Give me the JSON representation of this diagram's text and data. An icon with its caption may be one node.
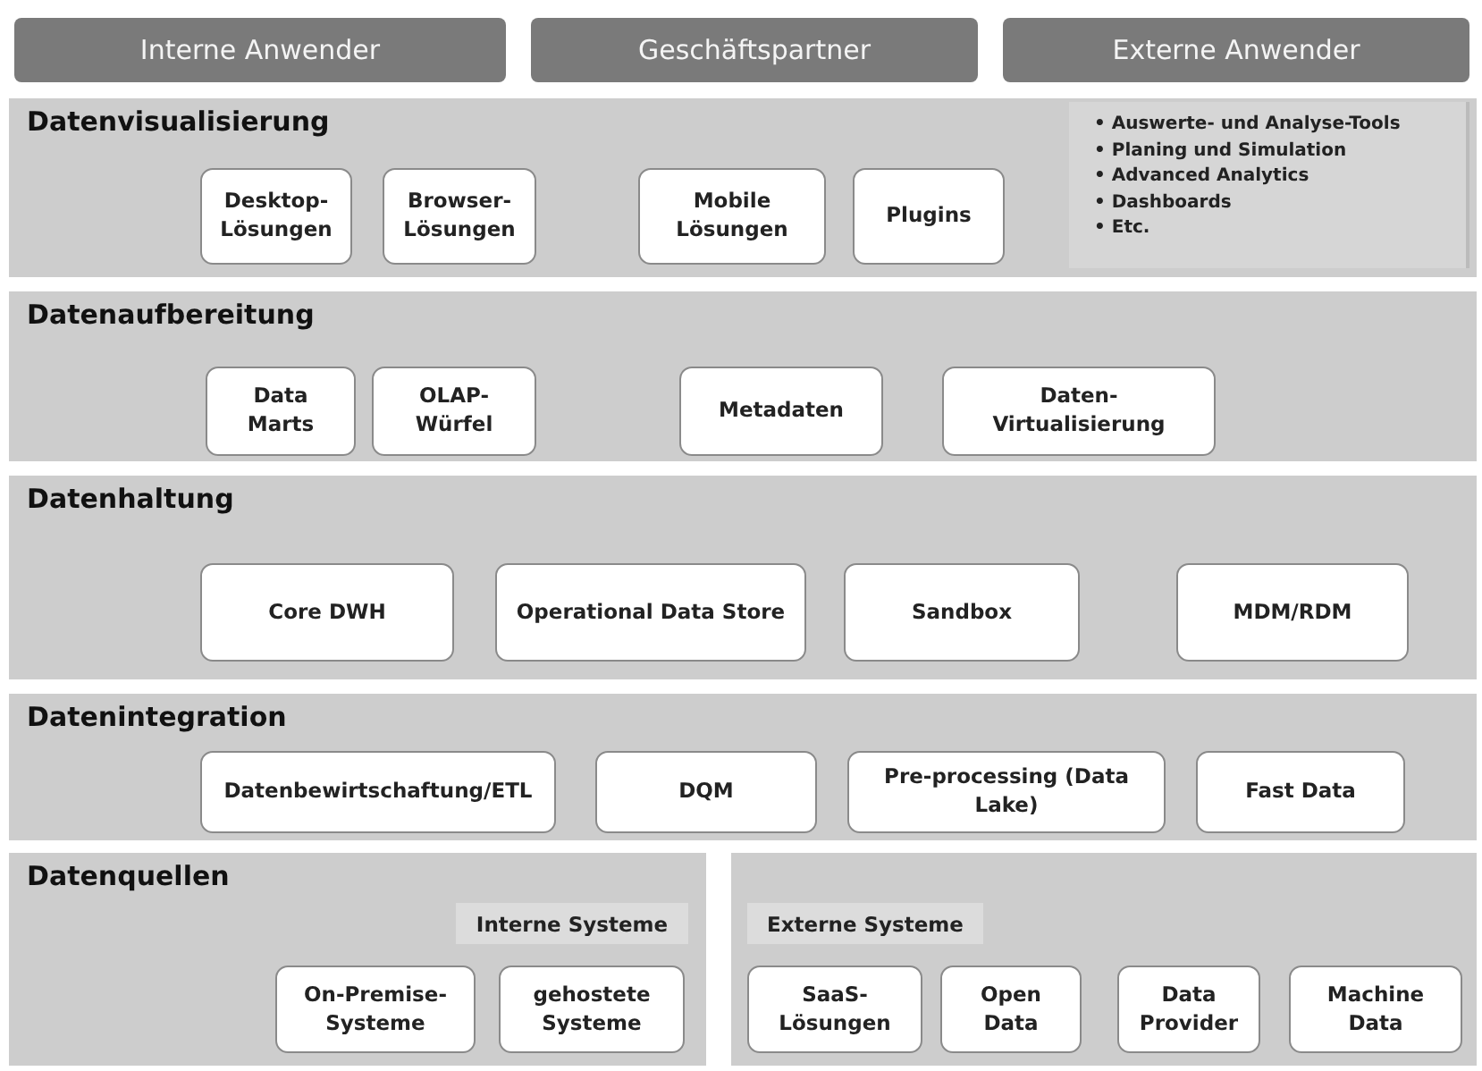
{
  "diagram": {
    "nodes": [
      {
        "text": [
          "Interne Anwender"
        ]
      },
      {
        "text": [
          "Geschäftspartner"
        ]
      },
      {
        "text": [
          "Externe Anwender"
        ]
      },
      {
        "text": [
          "Datenvisualisierung"
        ]
      },
      {
        "text": [
          "Desktop-Lösungen"
        ],
        "in": 3
      },
      {
        "text": [
          "Browser-Lösungen"
        ],
        "in": 3
      },
      {
        "text": [
          "Mobile Lösungen"
        ],
        "in": 3
      },
      {
        "text": [
          "Plugins"
        ],
        "in": 3
      },
      {
        "text": [
          "• Auswerte- und Analyse-Tools",
          "• Planing und Simulation",
          "• Advanced Analytics",
          "• Dashboards",
          "• Etc."
        ],
        "in": 3
      },
      {
        "text": [
          "Datenaufbereitung"
        ]
      },
      {
        "text": [
          "Data Marts"
        ],
        "in": 9
      },
      {
        "text": [
          "OLAP-Würfel"
        ],
        "in": 9
      },
      {
        "text": [
          "Metadaten"
        ],
        "in": 9
      },
      {
        "text": [
          "Daten-Virtualisierung"
        ],
        "in": 9
      },
      {
        "text": [
          "Datenhaltung"
        ]
      },
      {
        "text": [
          "Core DWH"
        ],
        "in": 14
      },
      {
        "text": [
          "Operational Data Store"
        ],
        "in": 14
      },
      {
        "text": [
          "Sandbox"
        ],
        "in": 14
      },
      {
        "text": [
          "MDM/RDM"
        ],
        "in": 14
      },
      {
        "text": [
          "Datenintegration"
        ]
      },
      {
        "text": [
          "Datenbewirtschaftung/ETL"
        ],
        "in": 19
      },
      {
        "text": [
          "DQM"
        ],
        "in": 19
      },
      {
        "text": [
          "Pre-processing (Data Lake)"
        ],
        "in": 19
      },
      {
        "text": [
          "Fast Data"
        ],
        "in": 19
      },
      {
        "text": [
          "Datenquellen"
        ]
      },
      {
        "text": [
          "Interne Systeme"
        ],
        "in": 24
      },
      {
        "text": [
          "On-Premise-Systeme"
        ],
        "in": 24
      },
      {
        "text": [
          "gehostete Systeme"
        ],
        "in": 24
      },
      {
        "text": [],
        "shape": "box"
      },
      {
        "text": [
          "Externe Systeme"
        ],
        "in": 28
      },
      {
        "text": [
          "SaaS-Lösungen"
        ],
        "in": 28
      },
      {
        "text": [
          "Open Data"
        ],
        "in": 28
      },
      {
        "text": [
          "Data Provider"
        ],
        "in": 28
      },
      {
        "text": [
          "Machine Data"
        ],
        "in": 28
      }
    ]
  }
}
